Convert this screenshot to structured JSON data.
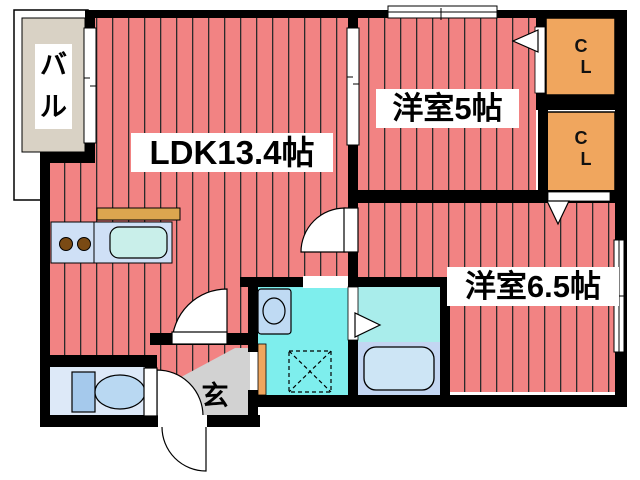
{
  "plan_title": "apartment-floor-plan",
  "rooms": {
    "ldk": {
      "label": "LDK13.4帖"
    },
    "bedroom_5": {
      "label": "洋室5帖"
    },
    "bedroom_6_5": {
      "label": "洋室6.5帖"
    },
    "balcony": {
      "chars": [
        "バ",
        "ル"
      ]
    },
    "entrance": {
      "label": "玄"
    },
    "closet_upper": {
      "lines": [
        "C",
        "L"
      ]
    },
    "closet_lower": {
      "lines": [
        "C",
        "L"
      ]
    }
  },
  "colors": {
    "floor_hatch": "#f28383",
    "hatch_line": "#2b2b2b",
    "wall": "#000000",
    "closet_orange": "#f0a65e",
    "balcony_deck": "#d9d2c5",
    "entrance_floor": "#d2d2d2",
    "washroom_cyan": "#7eeeed",
    "bath_upper": "#a9edeb",
    "bath_lower": "#c3d6f2",
    "bathtub": "#cde5f5",
    "kitchen_counter": "#cfe0f6",
    "kitchen_counter_top": "#dca64f",
    "kitchen_sink": "#c9efea",
    "toilet_room": "#dde9f8",
    "toilet_fixture": "#aed3f0",
    "burner_brown": "#7a4a14"
  }
}
